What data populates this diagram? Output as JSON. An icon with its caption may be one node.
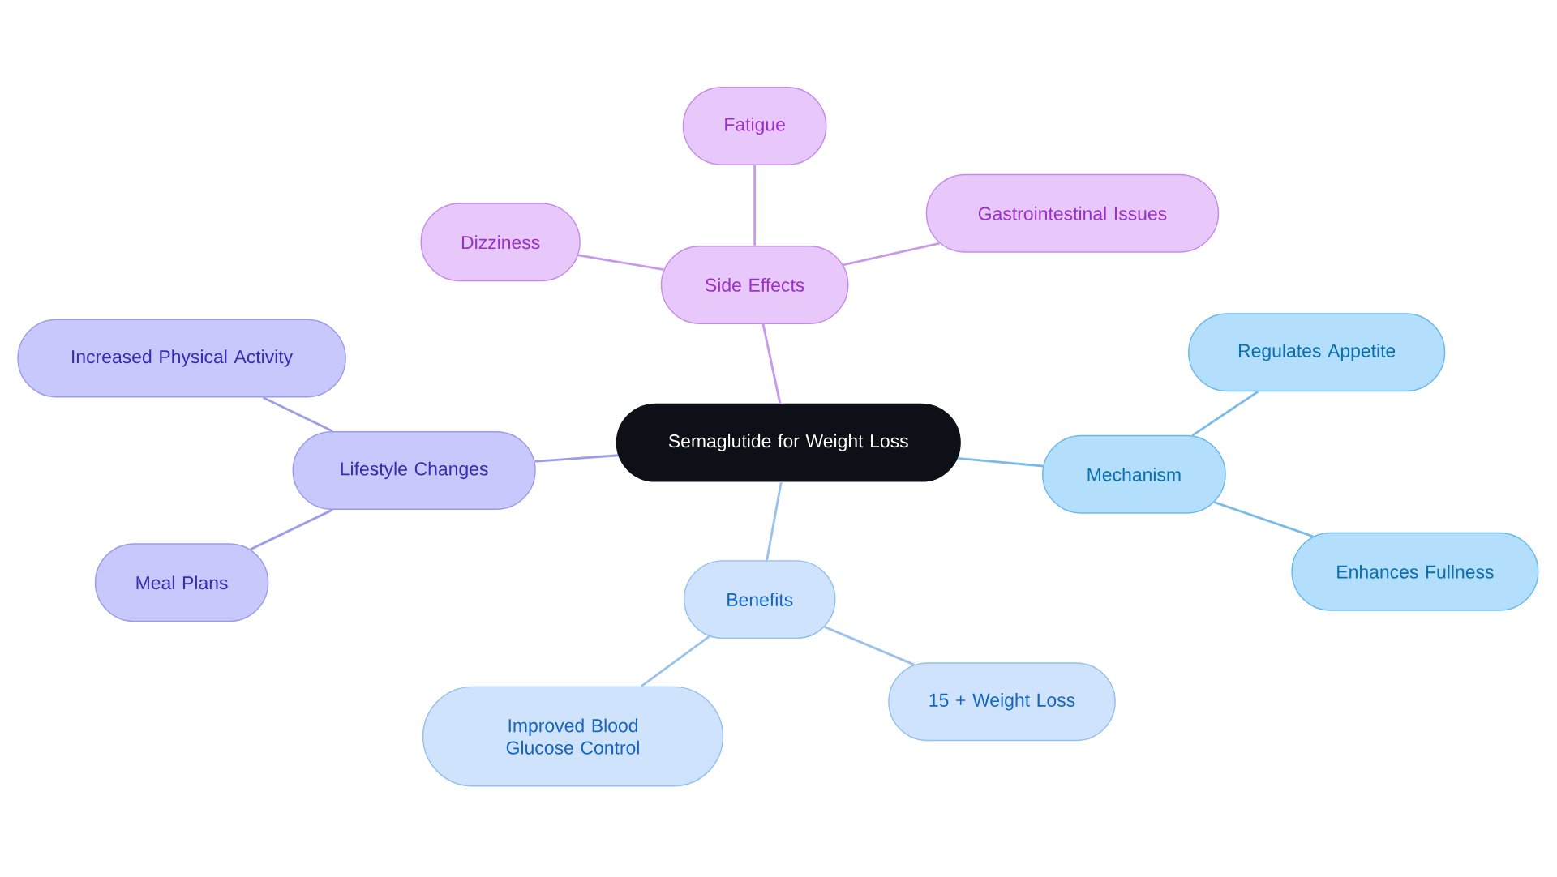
{
  "diagram": {
    "nodes": [
      {
        "text": [
          "Semaglutide for Weight Loss"
        ]
      },
      {
        "text": [
          "Side Effects"
        ]
      },
      {
        "text": [
          "Fatigue"
        ]
      },
      {
        "text": [
          "Dizziness"
        ]
      },
      {
        "text": [
          "Gastrointestinal Issues"
        ]
      },
      {
        "text": [
          "Mechanism"
        ]
      },
      {
        "text": [
          "Regulates Appetite"
        ]
      },
      {
        "text": [
          "Enhances Fullness"
        ]
      },
      {
        "text": [
          "Benefits"
        ]
      },
      {
        "text": [
          "Improved Blood Glucose Control"
        ]
      },
      {
        "text": [
          "15 + Weight Loss"
        ]
      },
      {
        "text": [
          "Lifestyle Changes"
        ]
      },
      {
        "text": [
          "Increased Physical Activity"
        ]
      },
      {
        "text": [
          "Meal Plans"
        ]
      }
    ],
    "edges": [
      {
        "from": 0,
        "to": 1,
        "arrow": "none",
        "color": "#c79be8"
      },
      {
        "from": 1,
        "to": 2,
        "arrow": "none",
        "color": "#c79be8"
      },
      {
        "from": 1,
        "to": 3,
        "arrow": "none",
        "color": "#c79be8"
      },
      {
        "from": 1,
        "to": 4,
        "arrow": "none",
        "color": "#c79be8"
      },
      {
        "from": 0,
        "to": 5,
        "arrow": "none",
        "color": "#7bbbe6"
      },
      {
        "from": 5,
        "to": 6,
        "arrow": "none",
        "color": "#7bbbe6"
      },
      {
        "from": 5,
        "to": 7,
        "arrow": "none",
        "color": "#7bbbe6"
      },
      {
        "from": 0,
        "to": 8,
        "arrow": "none",
        "color": "#9cc2ec"
      },
      {
        "from": 8,
        "to": 9,
        "arrow": "none",
        "color": "#9cc2ec"
      },
      {
        "from": 8,
        "to": 10,
        "arrow": "none",
        "color": "#9cc2ec"
      },
      {
        "from": 0,
        "to": 11,
        "arrow": "none",
        "color": "#9e9ee8"
      },
      {
        "from": 11,
        "to": 12,
        "arrow": "none",
        "color": "#9e9ee8"
      },
      {
        "from": 11,
        "to": 13,
        "arrow": "none",
        "color": "#9e9ee8"
      }
    ]
  }
}
